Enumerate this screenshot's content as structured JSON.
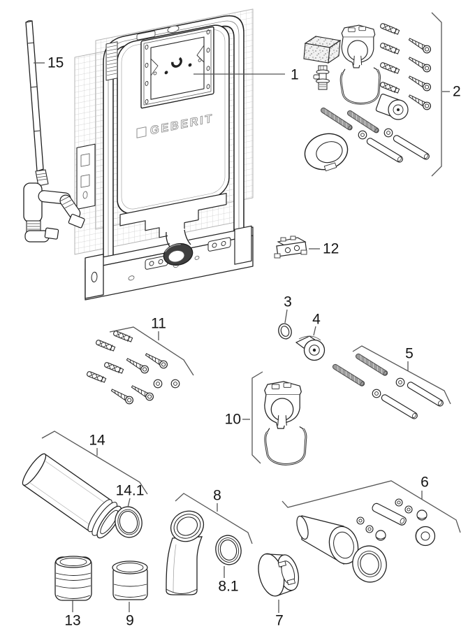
{
  "document": {
    "kind": "exploded-parts-diagram"
  },
  "brand": "GEBERIT",
  "colors": {
    "line": "#1f1f1f",
    "leader": "#555555",
    "grid": "#c9c9c9",
    "seal_dark": "#3f3f3f",
    "rod_gray": "#9c9c9c"
  },
  "labels": {
    "p1": "1",
    "p2": "2",
    "p3": "3",
    "p4": "4",
    "p5": "5",
    "p6": "6",
    "p7": "7",
    "p8": "8",
    "p8_1": "8.1",
    "p9": "9",
    "p10": "10",
    "p11": "11",
    "p12": "12",
    "p13": "13",
    "p14": "14",
    "p14_1": "14.1",
    "p15": "15"
  }
}
